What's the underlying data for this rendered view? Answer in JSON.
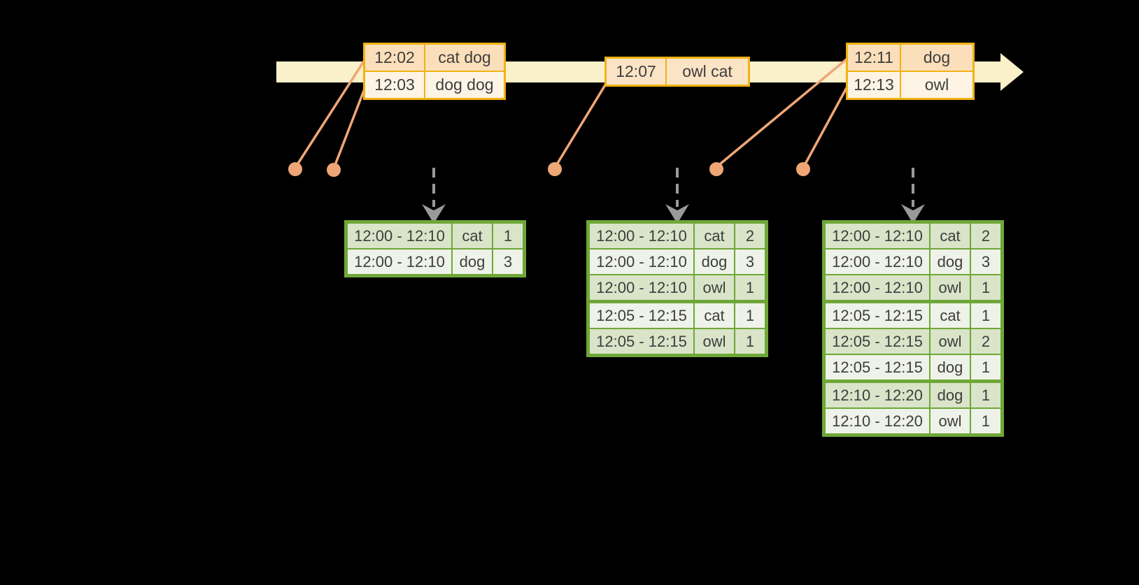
{
  "diagram": "streaming-windowed-word-counts",
  "palette": {
    "background": "#000000",
    "timeline_fill": "#faf0ca",
    "event_table_border": "#f0b314",
    "event_row_dark": "#fadfba",
    "event_row_mid": "#fbe3c5",
    "event_row_light": "#fdf4e5",
    "marker_salmon": "#efa676",
    "trigger_arrow_gray": "#9a9a9a",
    "result_table_border": "#6fa737",
    "result_row_dark": "#d9e4c9",
    "result_row_light": "#eef2e8",
    "text": "#3e3e3e"
  },
  "event_tables": [
    {
      "rows": [
        {
          "time": "12:02",
          "words": "cat dog"
        },
        {
          "time": "12:03",
          "words": "dog dog"
        }
      ]
    },
    {
      "rows": [
        {
          "time": "12:07",
          "words": "owl cat"
        }
      ]
    },
    {
      "rows": [
        {
          "time": "12:11",
          "words": "dog"
        },
        {
          "time": "12:13",
          "words": "owl"
        }
      ]
    }
  ],
  "result_tables": [
    {
      "rows": [
        {
          "window": "12:00 - 12:10",
          "word": "cat",
          "count": "1"
        },
        {
          "window": "12:00 - 12:10",
          "word": "dog",
          "count": "3"
        }
      ]
    },
    {
      "rows": [
        {
          "window": "12:00 - 12:10",
          "word": "cat",
          "count": "2"
        },
        {
          "window": "12:00 - 12:10",
          "word": "dog",
          "count": "3"
        },
        {
          "window": "12:00 - 12:10",
          "word": "owl",
          "count": "1"
        },
        {
          "window": "12:05 - 12:15",
          "word": "cat",
          "count": "1"
        },
        {
          "window": "12:05 - 12:15",
          "word": "owl",
          "count": "1"
        }
      ]
    },
    {
      "rows": [
        {
          "window": "12:00 - 12:10",
          "word": "cat",
          "count": "2"
        },
        {
          "window": "12:00 - 12:10",
          "word": "dog",
          "count": "3"
        },
        {
          "window": "12:00 - 12:10",
          "word": "owl",
          "count": "1"
        },
        {
          "window": "12:05 - 12:15",
          "word": "cat",
          "count": "1"
        },
        {
          "window": "12:05 - 12:15",
          "word": "owl",
          "count": "2"
        },
        {
          "window": "12:05 - 12:15",
          "word": "dog",
          "count": "1"
        },
        {
          "window": "12:10 - 12:20",
          "word": "dog",
          "count": "1"
        },
        {
          "window": "12:10 - 12:20",
          "word": "owl",
          "count": "1"
        }
      ]
    }
  ]
}
